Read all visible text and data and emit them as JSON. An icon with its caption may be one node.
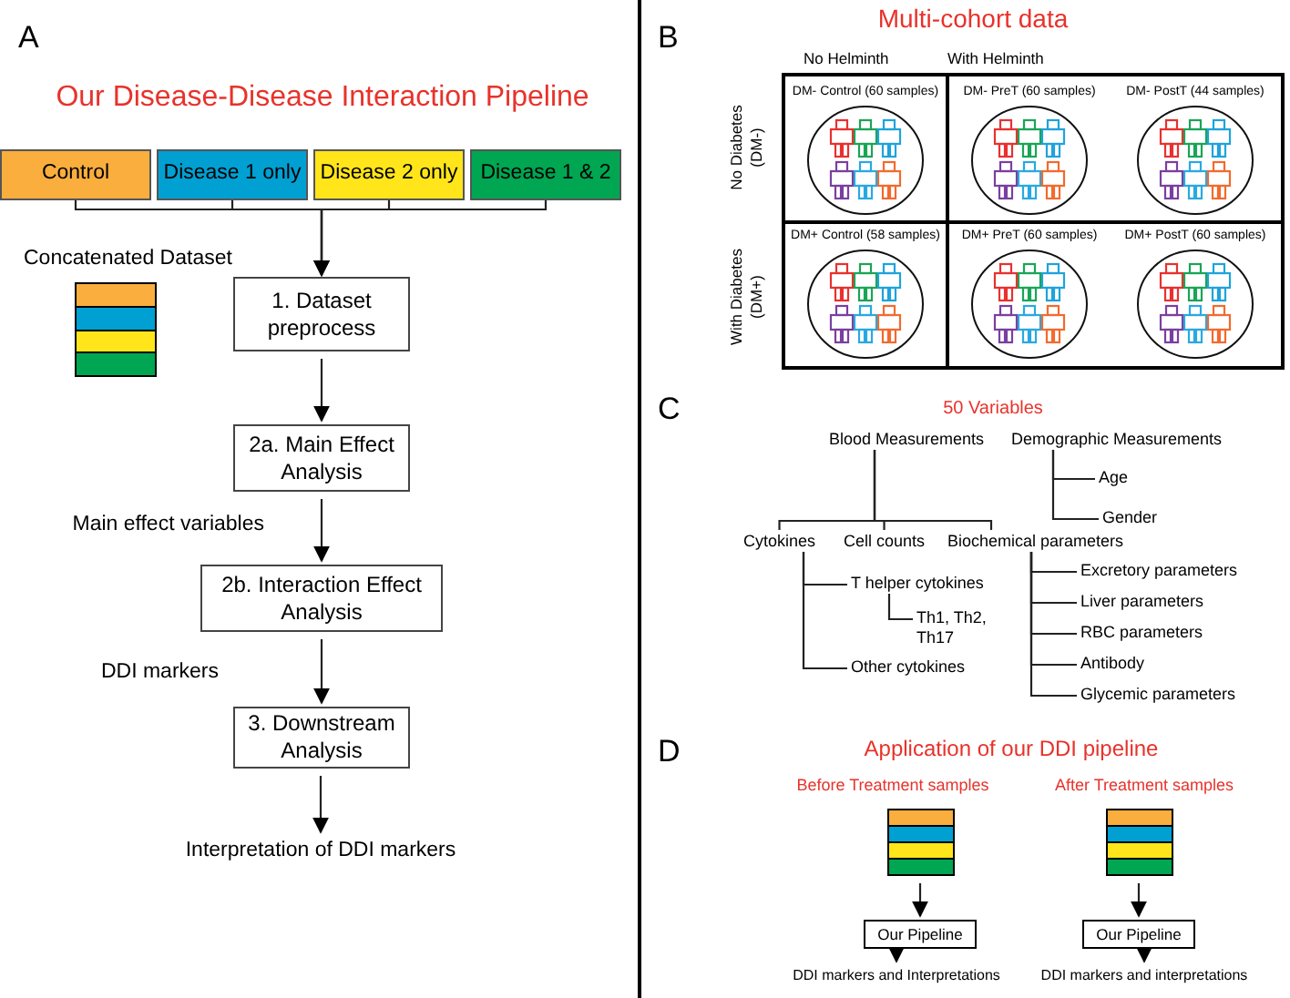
{
  "diagram": {
    "nodes": [
      {
        "text": [
          "Control"
        ]
      },
      {
        "text": [
          "Disease 1 only"
        ]
      },
      {
        "text": [
          "Disease 2 only"
        ]
      },
      {
        "text": [
          "Disease 1 & 2"
        ]
      },
      {
        "text": [
          "1. Dataset preprocess"
        ]
      },
      {
        "text": [
          "2a. Main Effect Analysis"
        ]
      },
      {
        "text": [
          "2b. Interaction Effect Analysis"
        ]
      },
      {
        "text": [
          "3. Downstream Analysis"
        ]
      },
      {
        "text": [
          "Interpretation of DDI markers"
        ]
      },
      {
        "text": [
          "DM- Control (60 samples)"
        ]
      },
      {
        "text": [
          "DM- PreT (60 samples)"
        ]
      },
      {
        "text": [
          "DM- PostT (44 samples)"
        ]
      },
      {
        "text": [
          "DM+ Control (58 samples)"
        ]
      },
      {
        "text": [
          "DM+ PreT (60 samples)"
        ]
      },
      {
        "text": [
          "DM+ PostT (60 samples)"
        ]
      },
      {
        "text": [
          "Blood Measurements"
        ]
      },
      {
        "text": [
          "Demographic Measurements"
        ]
      },
      {
        "text": [
          "Age"
        ]
      },
      {
        "text": [
          "Gender"
        ]
      },
      {
        "text": [
          "Cytokines"
        ]
      },
      {
        "text": [
          "Cell counts"
        ]
      },
      {
        "text": [
          "Biochemical parameters"
        ]
      },
      {
        "text": [
          "T helper cytokines"
        ]
      },
      {
        "text": [
          "Th1, Th2, Th17"
        ]
      },
      {
        "text": [
          "Other cytokines"
        ]
      },
      {
        "text": [
          "Excretory parameters"
        ]
      },
      {
        "text": [
          "Liver parameters"
        ]
      },
      {
        "text": [
          "RBC parameters"
        ]
      },
      {
        "text": [
          "Antibody"
        ]
      },
      {
        "text": [
          "Glycemic parameters"
        ]
      },
      {
        "text": [],
        "shape": "box"
      },
      {
        "text": [
          "Our Pipeline"
        ]
      },
      {
        "text": [
          "DDI markers and Interpretations"
        ]
      },
      {
        "text": [],
        "shape": "box"
      },
      {
        "text": [
          "Our Pipeline"
        ]
      },
      {
        "text": [
          "DDI markers and interpretations"
        ]
      }
    ],
    "edges": [
      {
        "from": 0,
        "to": 4,
        "arrow": "to"
      },
      {
        "from": 1,
        "to": 4,
        "arrow": "to"
      },
      {
        "from": 2,
        "to": 4,
        "arrow": "to"
      },
      {
        "from": 3,
        "to": 4,
        "arrow": "to"
      },
      {
        "from": 4,
        "to": 5,
        "arrow": "to"
      },
      {
        "from": 5,
        "to": 6,
        "arrow": "to",
        "label": "Main effect variables"
      },
      {
        "from": 6,
        "to": 7,
        "arrow": "to",
        "label": "DDI markers"
      },
      {
        "from": 7,
        "to": 8,
        "arrow": "to"
      },
      {
        "from": 15,
        "to": 19,
        "arrow": "none"
      },
      {
        "from": 15,
        "to": 20,
        "arrow": "none"
      },
      {
        "from": 15,
        "to": 21,
        "arrow": "none"
      },
      {
        "from": 16,
        "to": 17,
        "arrow": "none"
      },
      {
        "from": 16,
        "to": 18,
        "arrow": "none"
      },
      {
        "from": 19,
        "to": 22,
        "arrow": "none"
      },
      {
        "from": 22,
        "to": 23,
        "arrow": "none"
      },
      {
        "from": 19,
        "to": 24,
        "arrow": "none"
      },
      {
        "from": 21,
        "to": 25,
        "arrow": "none"
      },
      {
        "from": 21,
        "to": 26,
        "arrow": "none"
      },
      {
        "from": 21,
        "to": 27,
        "arrow": "none"
      },
      {
        "from": 21,
        "to": 28,
        "arrow": "none"
      },
      {
        "from": 21,
        "to": 29,
        "arrow": "none"
      },
      {
        "from": 30,
        "to": 31,
        "arrow": "to"
      },
      {
        "from": 31,
        "to": 32,
        "arrow": "to"
      },
      {
        "from": 33,
        "to": 34,
        "arrow": "to"
      },
      {
        "from": 34,
        "to": 35,
        "arrow": "to"
      }
    ],
    "labels": [
      "A",
      "Our Disease-Disease Interaction Pipeline",
      "Concatenated Dataset",
      "B",
      "Multi-cohort data",
      "No Helminth",
      "With Helminth",
      "No Diabetes (DM-)",
      "With Diabetes (DM+)",
      "C",
      "50 Variables",
      "D",
      "Application of our DDI pipeline",
      "Before Treatment samples",
      "After Treatment samples"
    ]
  }
}
